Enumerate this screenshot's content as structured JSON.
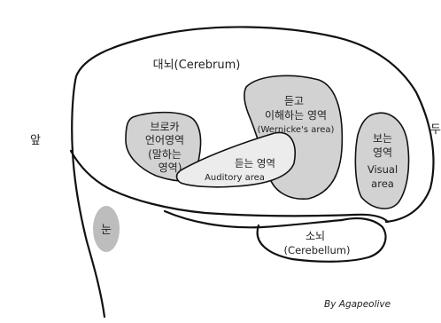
{
  "labels": {
    "front": "앞",
    "back": "두",
    "cerebrum": "대뇌(Cerebrum)",
    "broca": {
      "line1": "브로카",
      "line2": "언어영역",
      "line3": "(말하는",
      "line4": "영역)"
    },
    "wernicke": {
      "line1": "듣고",
      "line2": "이해하는 영역",
      "line3": "(Wernicke's area)"
    },
    "auditory": {
      "line1": "듣는 영역",
      "line2": "Auditory area"
    },
    "visual": {
      "line1": "보는",
      "line2": "영역",
      "line3": "Visual",
      "line4": "area"
    },
    "eye": "눈",
    "cerebellum": {
      "line1": "소뇌",
      "line2": "(Cerebellum)"
    },
    "credit": "By Agapeolive"
  },
  "colors": {
    "region_fill": "#d2d2d2",
    "auditory_fill": "#ececec",
    "eye_fill": "#bdbdbd",
    "outline": "#111111"
  }
}
